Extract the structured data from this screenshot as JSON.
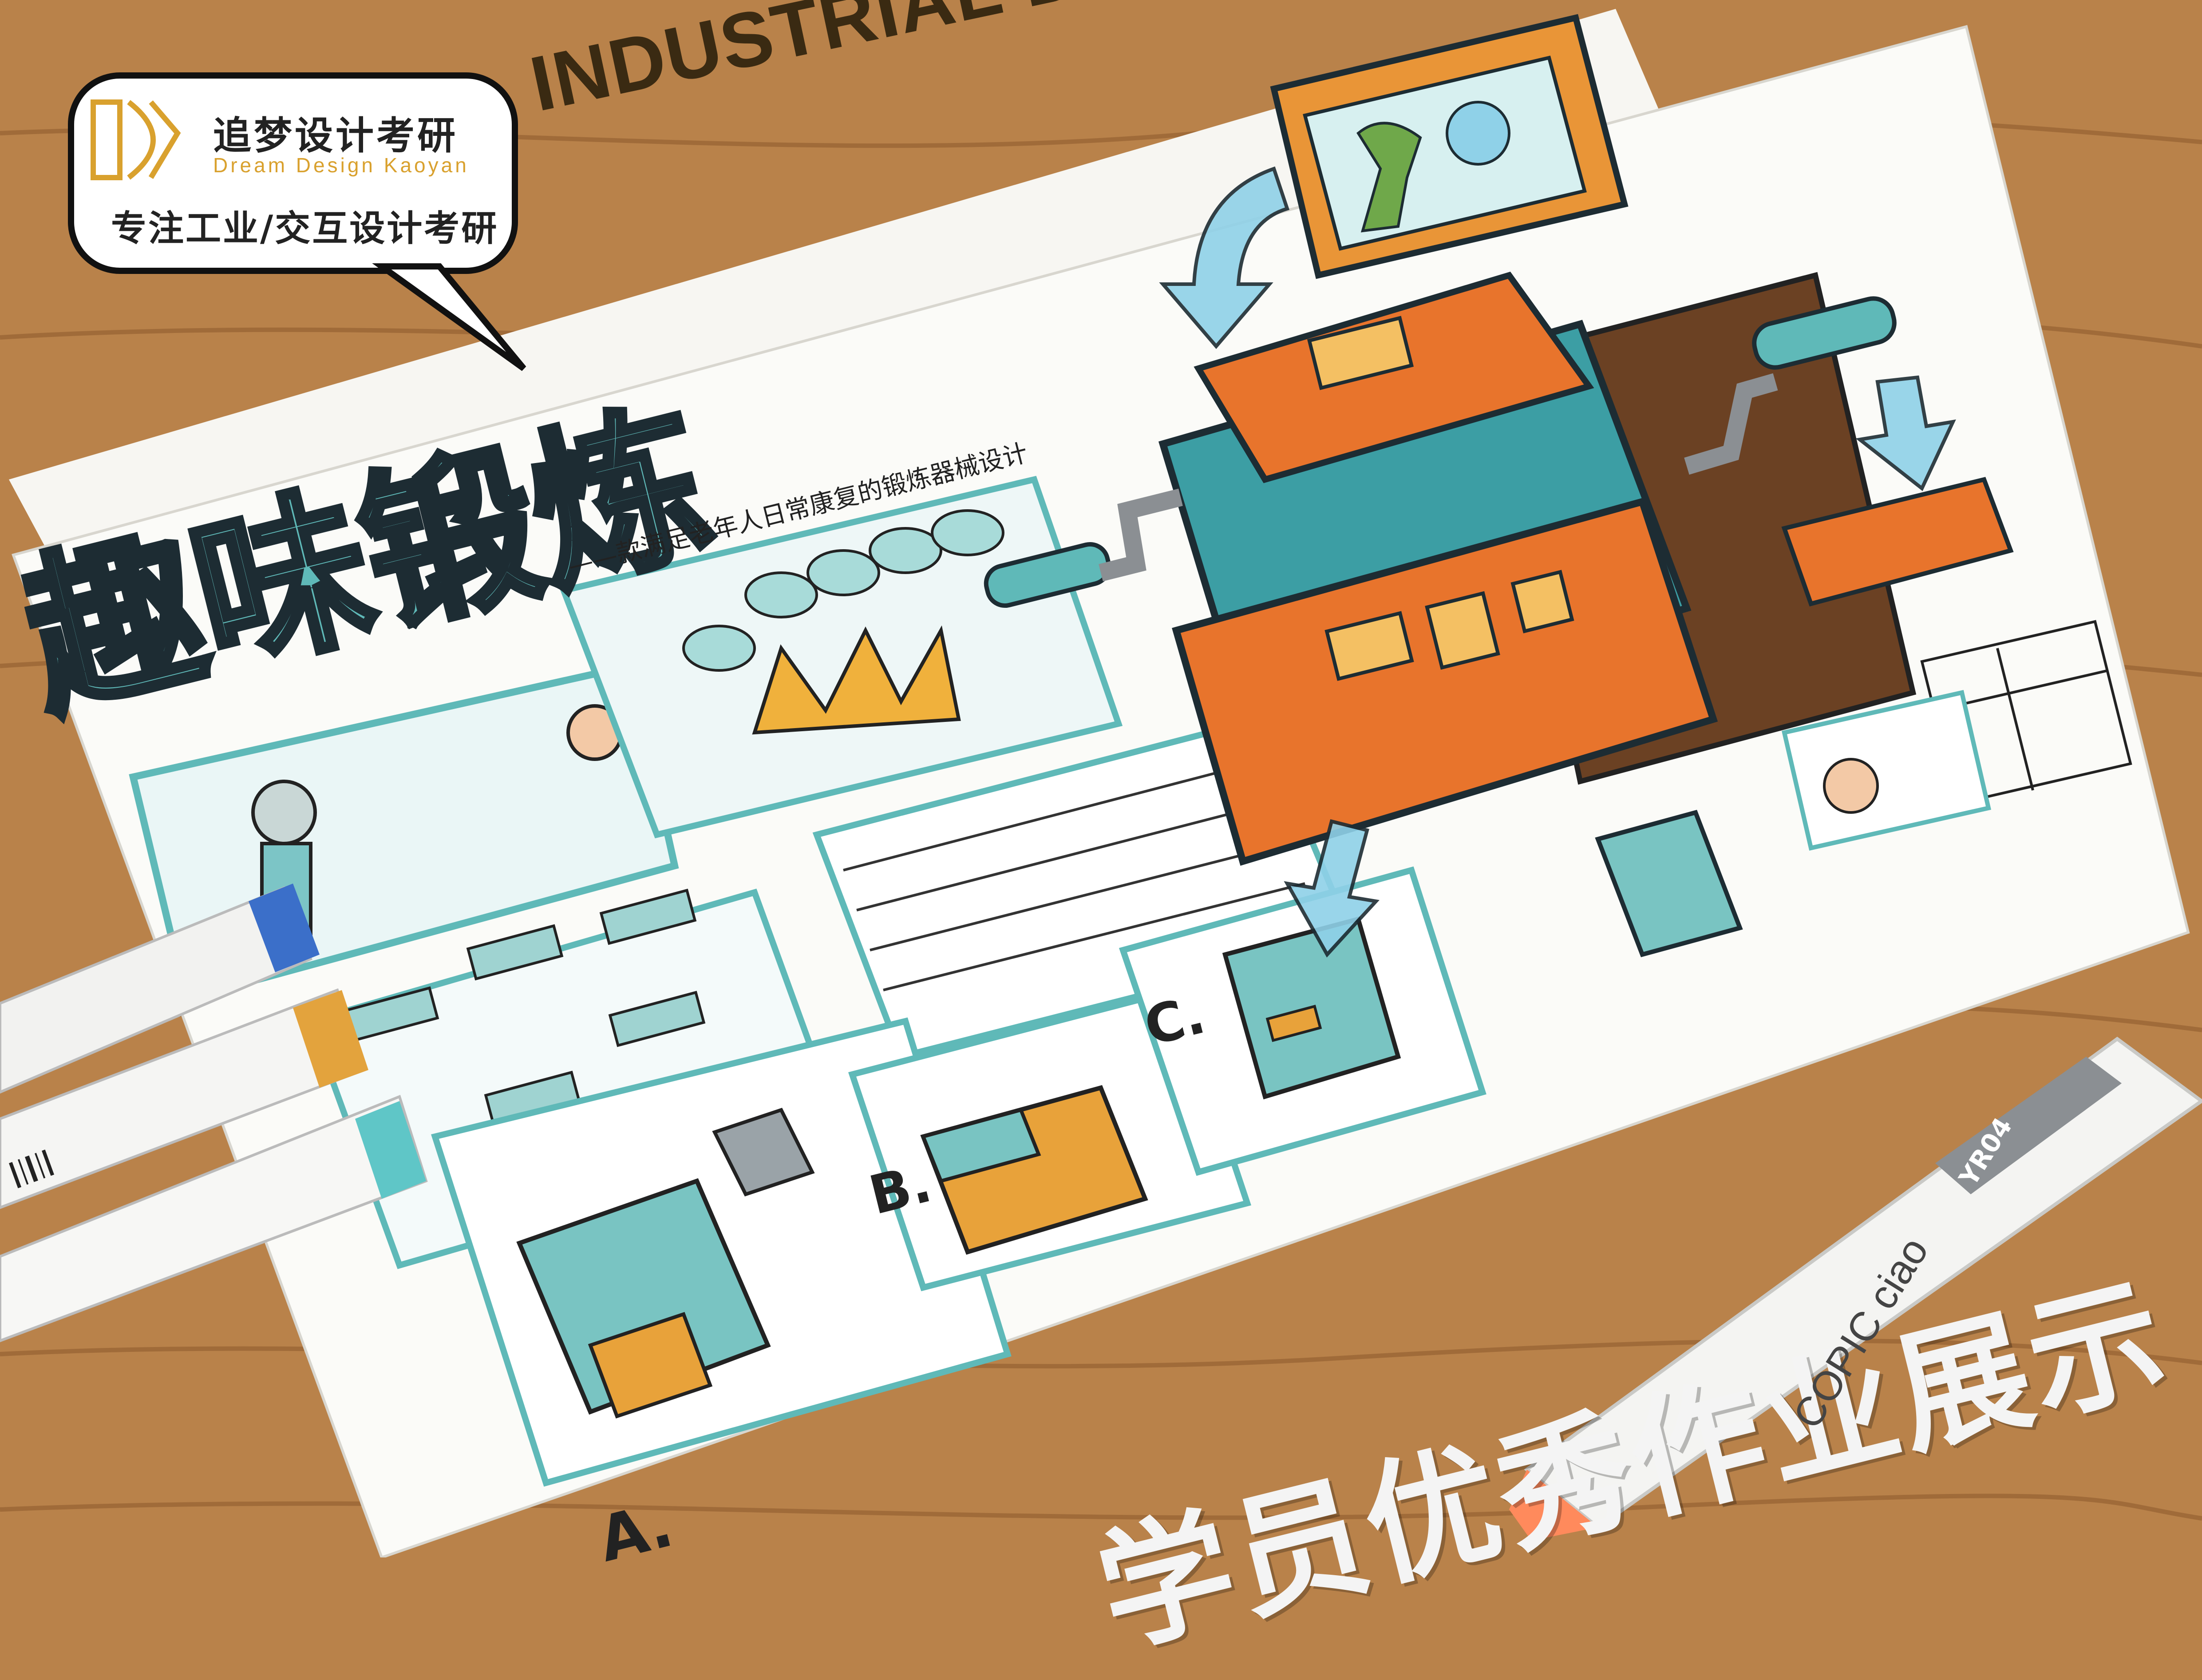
{
  "brand": {
    "name": "追梦设计考研",
    "name_en": "Dream Design Kaoyan",
    "tagline": "专注工业/交互设计考研"
  },
  "headline": "INDUSTRIAL DESIGN",
  "sheet": {
    "title": "趣味锻炼",
    "subtitle": "——款满足老年人日常康复的锻炼器械设计",
    "option_labels": [
      "A.",
      "B.",
      "C."
    ]
  },
  "caption": "学员优秀作业展示",
  "marker": {
    "model": "YR04",
    "brand": "COPIC ciao"
  },
  "colors": {
    "wood": "#b9824a",
    "teal": "#5fb9b8",
    "orange": "#e8742c",
    "gold": "#e7a93a"
  }
}
